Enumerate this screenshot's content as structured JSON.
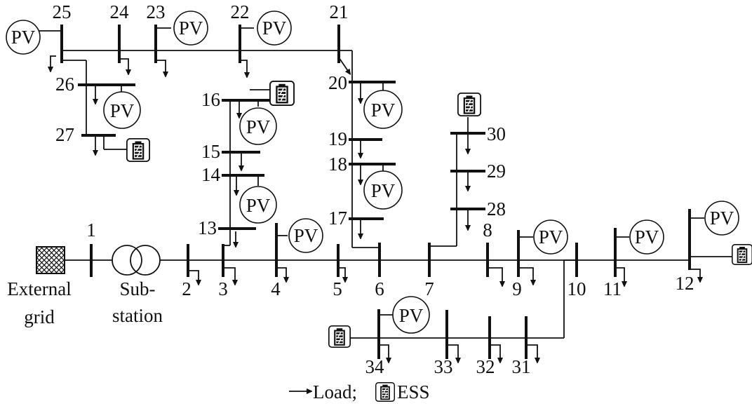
{
  "buses": [
    "1",
    "2",
    "3",
    "4",
    "5",
    "6",
    "7",
    "8",
    "9",
    "10",
    "11",
    "12",
    "13",
    "14",
    "15",
    "16",
    "17",
    "18",
    "19",
    "20",
    "21",
    "22",
    "23",
    "24",
    "25",
    "26",
    "27",
    "28",
    "29",
    "30",
    "31",
    "32",
    "33",
    "34"
  ],
  "pv_label": "PV",
  "external_grid": {
    "line1": "External",
    "line2": "grid"
  },
  "substation": {
    "line1": "Sub-",
    "line2": "station"
  },
  "legend": {
    "load": "Load;",
    "ess": "ESS"
  }
}
